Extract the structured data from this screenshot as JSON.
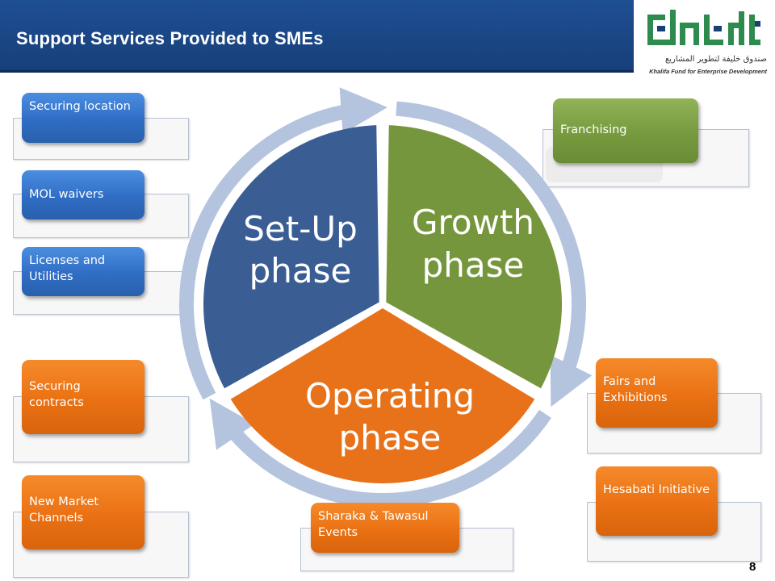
{
  "header": {
    "title": "Support Services Provided to SMEs"
  },
  "logo": {
    "arabic_text": "صندوق خليفة لتطوير المشاريع",
    "english_text": "Khalifa Fund for Enterprise Development"
  },
  "cycle": {
    "phases": [
      {
        "line1": "Set-Up",
        "line2": "phase",
        "color": "#3a5e94"
      },
      {
        "line1": "Growth",
        "line2": "phase",
        "color": "#76963e"
      },
      {
        "line1": "Operating",
        "line2": "phase",
        "color": "#e8721a"
      }
    ],
    "ring_color": "#b4c4de"
  },
  "setup_services": [
    {
      "label": "Securing location"
    },
    {
      "label": "MOL waivers"
    },
    {
      "label": "Licenses and Utilities"
    }
  ],
  "operating_services_left": [
    {
      "label": "Securing contracts"
    },
    {
      "label": "New Market Channels"
    }
  ],
  "growth_services": [
    {
      "label": "Franchising"
    }
  ],
  "operating_services_right": [
    {
      "label": "Fairs and Exhibitions"
    },
    {
      "label": "Hesabati Initiative"
    }
  ],
  "operating_services_bottom": [
    {
      "label": "Sharaka & Tawasul Events"
    }
  ],
  "page_number": "8"
}
